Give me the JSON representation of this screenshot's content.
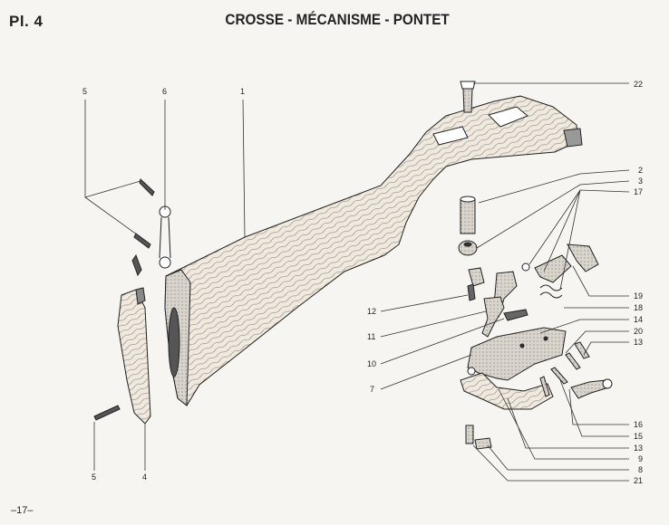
{
  "plate": "Pl. 4",
  "title": "CROSSE - MÉCANISME - PONTET",
  "page_number": "–17–",
  "callouts": [
    "1",
    "2",
    "3",
    "4",
    "5",
    "5",
    "6",
    "7",
    "8",
    "9",
    "10",
    "11",
    "12",
    "13",
    "13",
    "14",
    "15",
    "16",
    "17",
    "18",
    "19",
    "20",
    "21",
    "22"
  ]
}
